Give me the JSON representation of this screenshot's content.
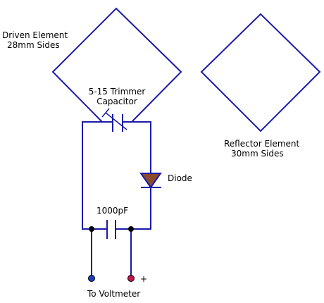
{
  "colors": {
    "wire": "#1a1aa8",
    "diode_fill": "#8b4a2b",
    "junction": "#000000",
    "terminal_negative": "#1a3fbf",
    "terminal_positive": "#c4144a",
    "text": "#000000"
  },
  "labels": {
    "driven_element_line1": "Driven Element",
    "driven_element_line2": "28mm Sides",
    "trimmer_line1": "5-15 Trimmer",
    "trimmer_line2": "Capacitor",
    "reflector_line1": "Reflector Element",
    "reflector_line2": "30mm Sides",
    "diode": "Diode",
    "capacitor_value": "1000pF",
    "plus_sign": "+",
    "voltmeter": "To Voltmeter"
  },
  "components": [
    {
      "name": "driven-element",
      "type": "diamond-loop"
    },
    {
      "name": "reflector-element",
      "type": "diamond-loop"
    },
    {
      "name": "trimmer-capacitor",
      "type": "variable-capacitor"
    },
    {
      "name": "diode",
      "type": "diode"
    },
    {
      "name": "bypass-capacitor",
      "type": "capacitor"
    },
    {
      "name": "voltmeter-terminal-negative",
      "type": "terminal"
    },
    {
      "name": "voltmeter-terminal-positive",
      "type": "terminal"
    }
  ]
}
